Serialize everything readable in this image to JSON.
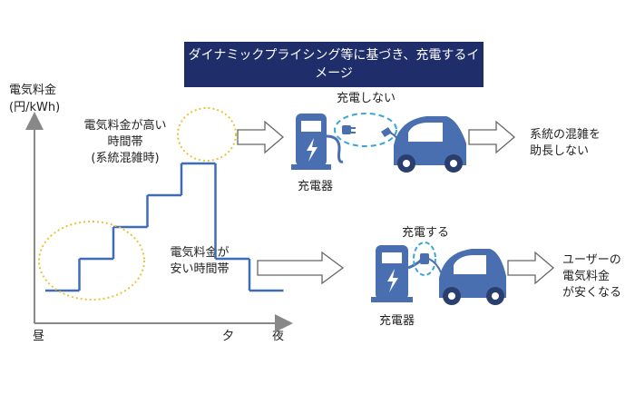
{
  "title": "ダイナミックプライシング等に基づき、充電するイメージ",
  "y_axis_label_line1": "電気料金",
  "y_axis_label_line2": "(円/kWh)",
  "x_axis_labels": [
    "昼",
    "夕",
    "夜"
  ],
  "high_price_label": [
    "電気料金が高い",
    "時間帯",
    "(系統混雑時)"
  ],
  "low_price_label": [
    "電気料金が",
    "安い時間帯"
  ],
  "top_flow": {
    "status": "充電しない",
    "charger": "充電器",
    "result": [
      "系統の混雑を",
      "助長しない"
    ]
  },
  "bottom_flow": {
    "status": "充電する",
    "charger": "充電器",
    "result": [
      "ユーザーの",
      "電気料金",
      "が安くなる"
    ]
  },
  "colors": {
    "title_bg": "#1f2d6b",
    "step_line": "#3f6db5",
    "highlight_ellipse": "#e8c43c",
    "plug_ellipse": "#3aa6d8",
    "charger_fill": "#4a6fb0",
    "car_fill": "#4a6fb0",
    "axis": "#888888"
  },
  "chart_data": {
    "type": "line",
    "step": true,
    "x": [
      0,
      1,
      2,
      3,
      4,
      5,
      6
    ],
    "y": [
      1,
      2,
      3,
      4,
      5,
      2,
      1
    ],
    "title": "",
    "xlabel": "",
    "ylabel": "電気料金 (円/kWh)",
    "xlim": [
      0,
      7
    ],
    "ylim": [
      0,
      6
    ]
  }
}
